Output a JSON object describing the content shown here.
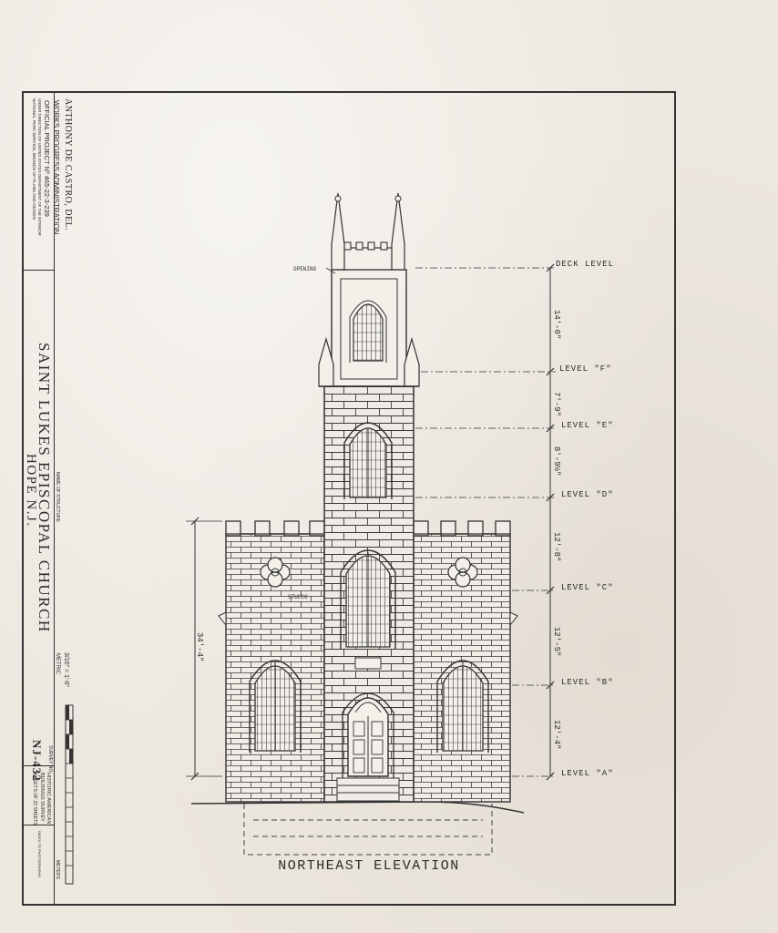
{
  "title_block": {
    "delineator": "ANTHONY DE CASTRO, DEL.",
    "wpa_line1": "WORKS PROGRESS ADMINISTRATION",
    "wpa_line2": "OFFICIAL PROJECT Nº 465-22-3-239",
    "wpa_line3": "UNDER DIRECTION OF UNITED STATES DEPARTMENT OF THE INTERIOR",
    "wpa_line4": "NATIONAL PARK SERVICE, BRANCH OF PLANS AND DESIGN",
    "name_of_structure_label": "NAME OF STRUCTURE",
    "structure_name": "SAINT LUKES EPISCOPAL CHURCH",
    "location": "HOPE N.J.",
    "scale_note": "3/16\" = 1'-0\"",
    "metric_label": "METRIC",
    "meters_label": "METERS",
    "survey_no_label": "SURVEY NO.",
    "survey_no": "NJ-432",
    "habs_line1": "HISTORIC AMERICAN",
    "habs_line2": "BUILDINGS SURVEY",
    "sheet_label": "SHEET 5 OF 22 SHEETS",
    "index_label": "INDEX TO PHOTOGRAPHS"
  },
  "drawing": {
    "caption": "NORTHEAST ELEVATION",
    "note_opening": "OPENING",
    "note_stucco": "STUCCO",
    "overall_height": "34'-4\"",
    "levels": [
      {
        "label": "DECK LEVEL",
        "dim_above": ""
      },
      {
        "label": "LEVEL \"F\"",
        "dim_above": "14'-0\""
      },
      {
        "label": "LEVEL \"E\"",
        "dim_above": "7'-9\""
      },
      {
        "label": "LEVEL \"D\"",
        "dim_above": "8'-9½\""
      },
      {
        "label": "LEVEL \"C\"",
        "dim_above": "12'-8\""
      },
      {
        "label": "LEVEL \"B\"",
        "dim_above": "12'-5\""
      },
      {
        "label": "LEVEL \"A\"",
        "dim_above": "12'-4\""
      }
    ]
  }
}
